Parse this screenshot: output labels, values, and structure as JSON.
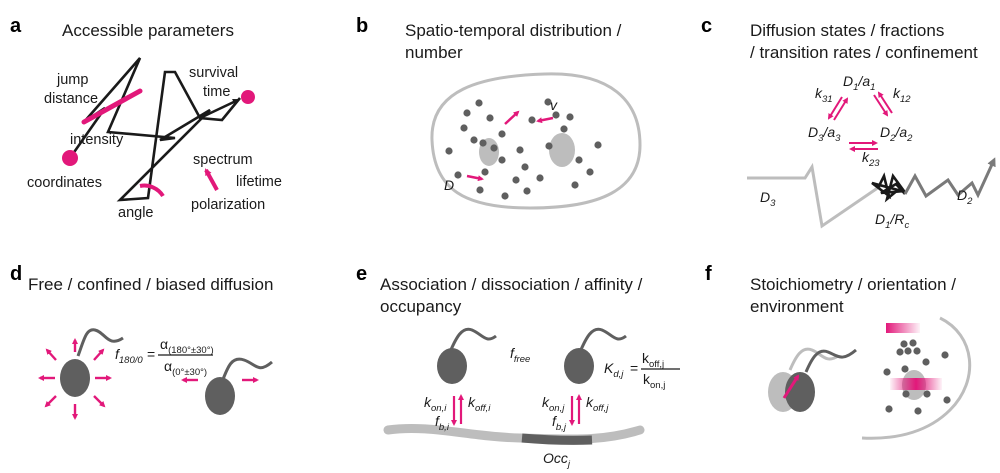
{
  "colors": {
    "accent": "#e2187a",
    "dark_gray": "#5f5f5f",
    "light_gray": "#bdbdbd",
    "mid_gray": "#8a8a8a",
    "ink": "#1a1a1a"
  },
  "panels": {
    "a": {
      "label": "a",
      "title": "Accessible parameters",
      "jump_line1": "jump",
      "jump_line2": "distance",
      "survival_line1": "survival",
      "survival_line2": "time",
      "intensity": "intensity",
      "spectrum": "spectrum",
      "coordinates": "coordinates",
      "lifetime": "lifetime",
      "angle": "angle",
      "polarization": "polarization"
    },
    "b": {
      "label": "b",
      "title_line1": "Spatio-temporal distribution /",
      "title_line2": "number",
      "velocity": "v",
      "diffusion": "D"
    },
    "c": {
      "label": "c",
      "title_line1": "Diffusion states / fractions",
      "title_line2": "/ transition rates / confinement",
      "state1_D": "D",
      "state1_a": "a",
      "state1_sub": "1",
      "state2_D": "D",
      "state2_a": "a",
      "state2_sub": "2",
      "state3_D": "D",
      "state3_a": "a",
      "state3_sub": "3",
      "sep": "/",
      "k": "k",
      "k31_sub": "31",
      "k12_sub": "12",
      "k23_sub": "23",
      "d3_track": "D",
      "d3_track_sub": "3",
      "d2_track": "D",
      "d2_track_sub": "2",
      "d1_track": "D",
      "d1_track_sub": "1",
      "rc": "R",
      "rc_sub": "c"
    },
    "d": {
      "label": "d",
      "title": "Free / confined / biased diffusion",
      "f": "f",
      "f_sub": "180/0",
      "equals": "=",
      "alpha": "α",
      "num_sub": "(180°±30°)",
      "den_sub": "(0°±30°)"
    },
    "e": {
      "label": "e",
      "title_line1": "Association / dissociation / affinity /",
      "title_line2": "occupancy",
      "f": "f",
      "f_free_sub": "free",
      "kd": "K",
      "kd_sub": "d,j",
      "equals": "=",
      "k": "k",
      "koff_j": "off,j",
      "kon_j": "on,j",
      "kon_i": "on,i",
      "koff_i": "off,i",
      "fb_i": "b,i",
      "fb_j": "b,j",
      "occ": "Occ",
      "occ_sub": "j"
    },
    "f": {
      "label": "f",
      "title_line1": "Stoichiometry / orientation /",
      "title_line2": "environment"
    }
  }
}
